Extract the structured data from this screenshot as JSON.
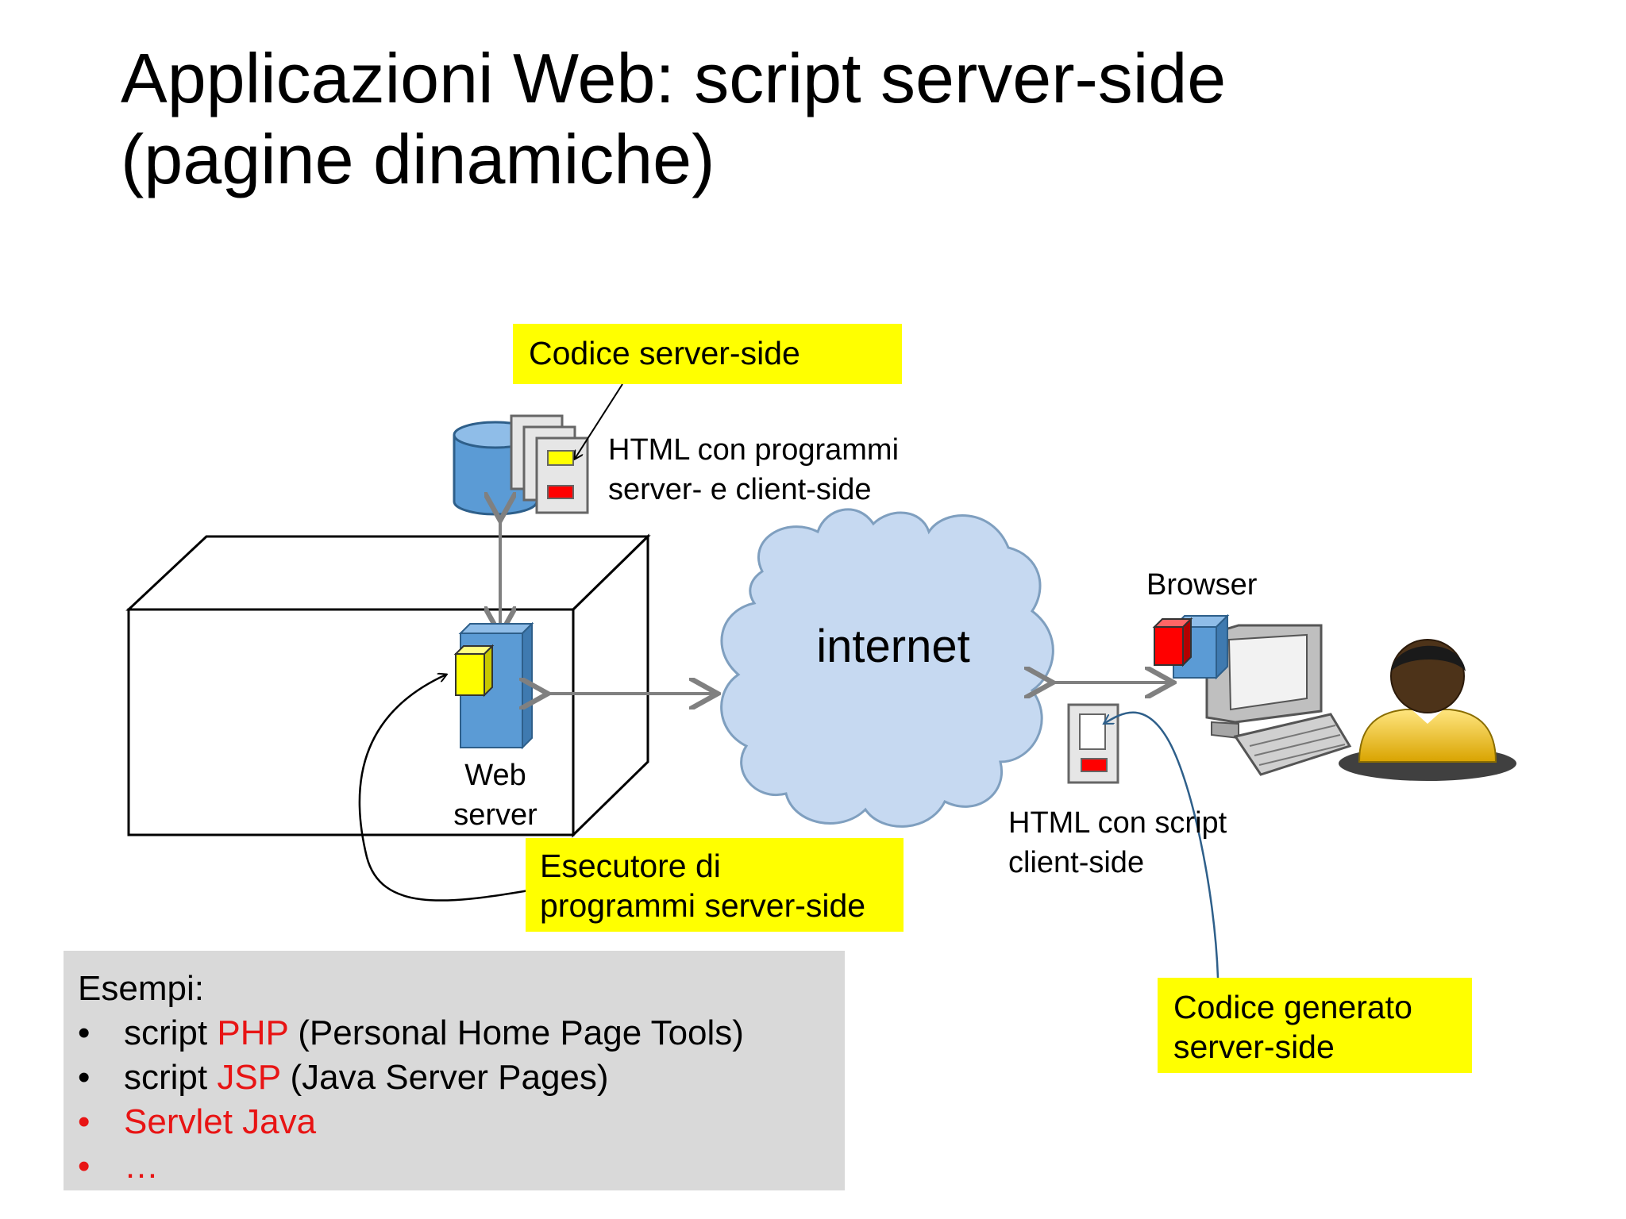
{
  "slide": {
    "title_line1": "Applicazioni Web: script server-side",
    "title_line2": "(pagine dinamiche)"
  },
  "labels": {
    "codice_server_side": "Codice server-side",
    "html_programmi_line1": "HTML con programmi",
    "html_programmi_line2": "server- e client-side",
    "web_server_line1": "Web",
    "web_server_line2": "server",
    "internet": "internet",
    "browser": "Browser",
    "html_script_line1": "HTML con script",
    "html_script_line2": "client-side",
    "esecutore_line1": "Esecutore di",
    "esecutore_line2": "programmi server-side",
    "codice_generato_line1": "Codice generato",
    "codice_generato_line2": "server-side"
  },
  "examples": {
    "heading": "Esempi:",
    "bullet": "•",
    "items": [
      {
        "prefix": "script ",
        "highlight": "PHP",
        "suffix": " (Personal Home Page Tools)"
      },
      {
        "prefix": "script ",
        "highlight": "JSP",
        "suffix": " (Java Server Pages)"
      },
      {
        "prefix": "",
        "highlight": "Servlet Java",
        "suffix": ""
      },
      {
        "prefix": "",
        "highlight": "…",
        "suffix": ""
      }
    ]
  },
  "colors": {
    "highlight_note": "#ffff00",
    "highlight_text": "#e81414",
    "examples_bg": "#d9d9d9",
    "cloud_fill": "#c6d9f1",
    "server_blue": "#5b9bd5",
    "arrow_gray": "#808080"
  }
}
